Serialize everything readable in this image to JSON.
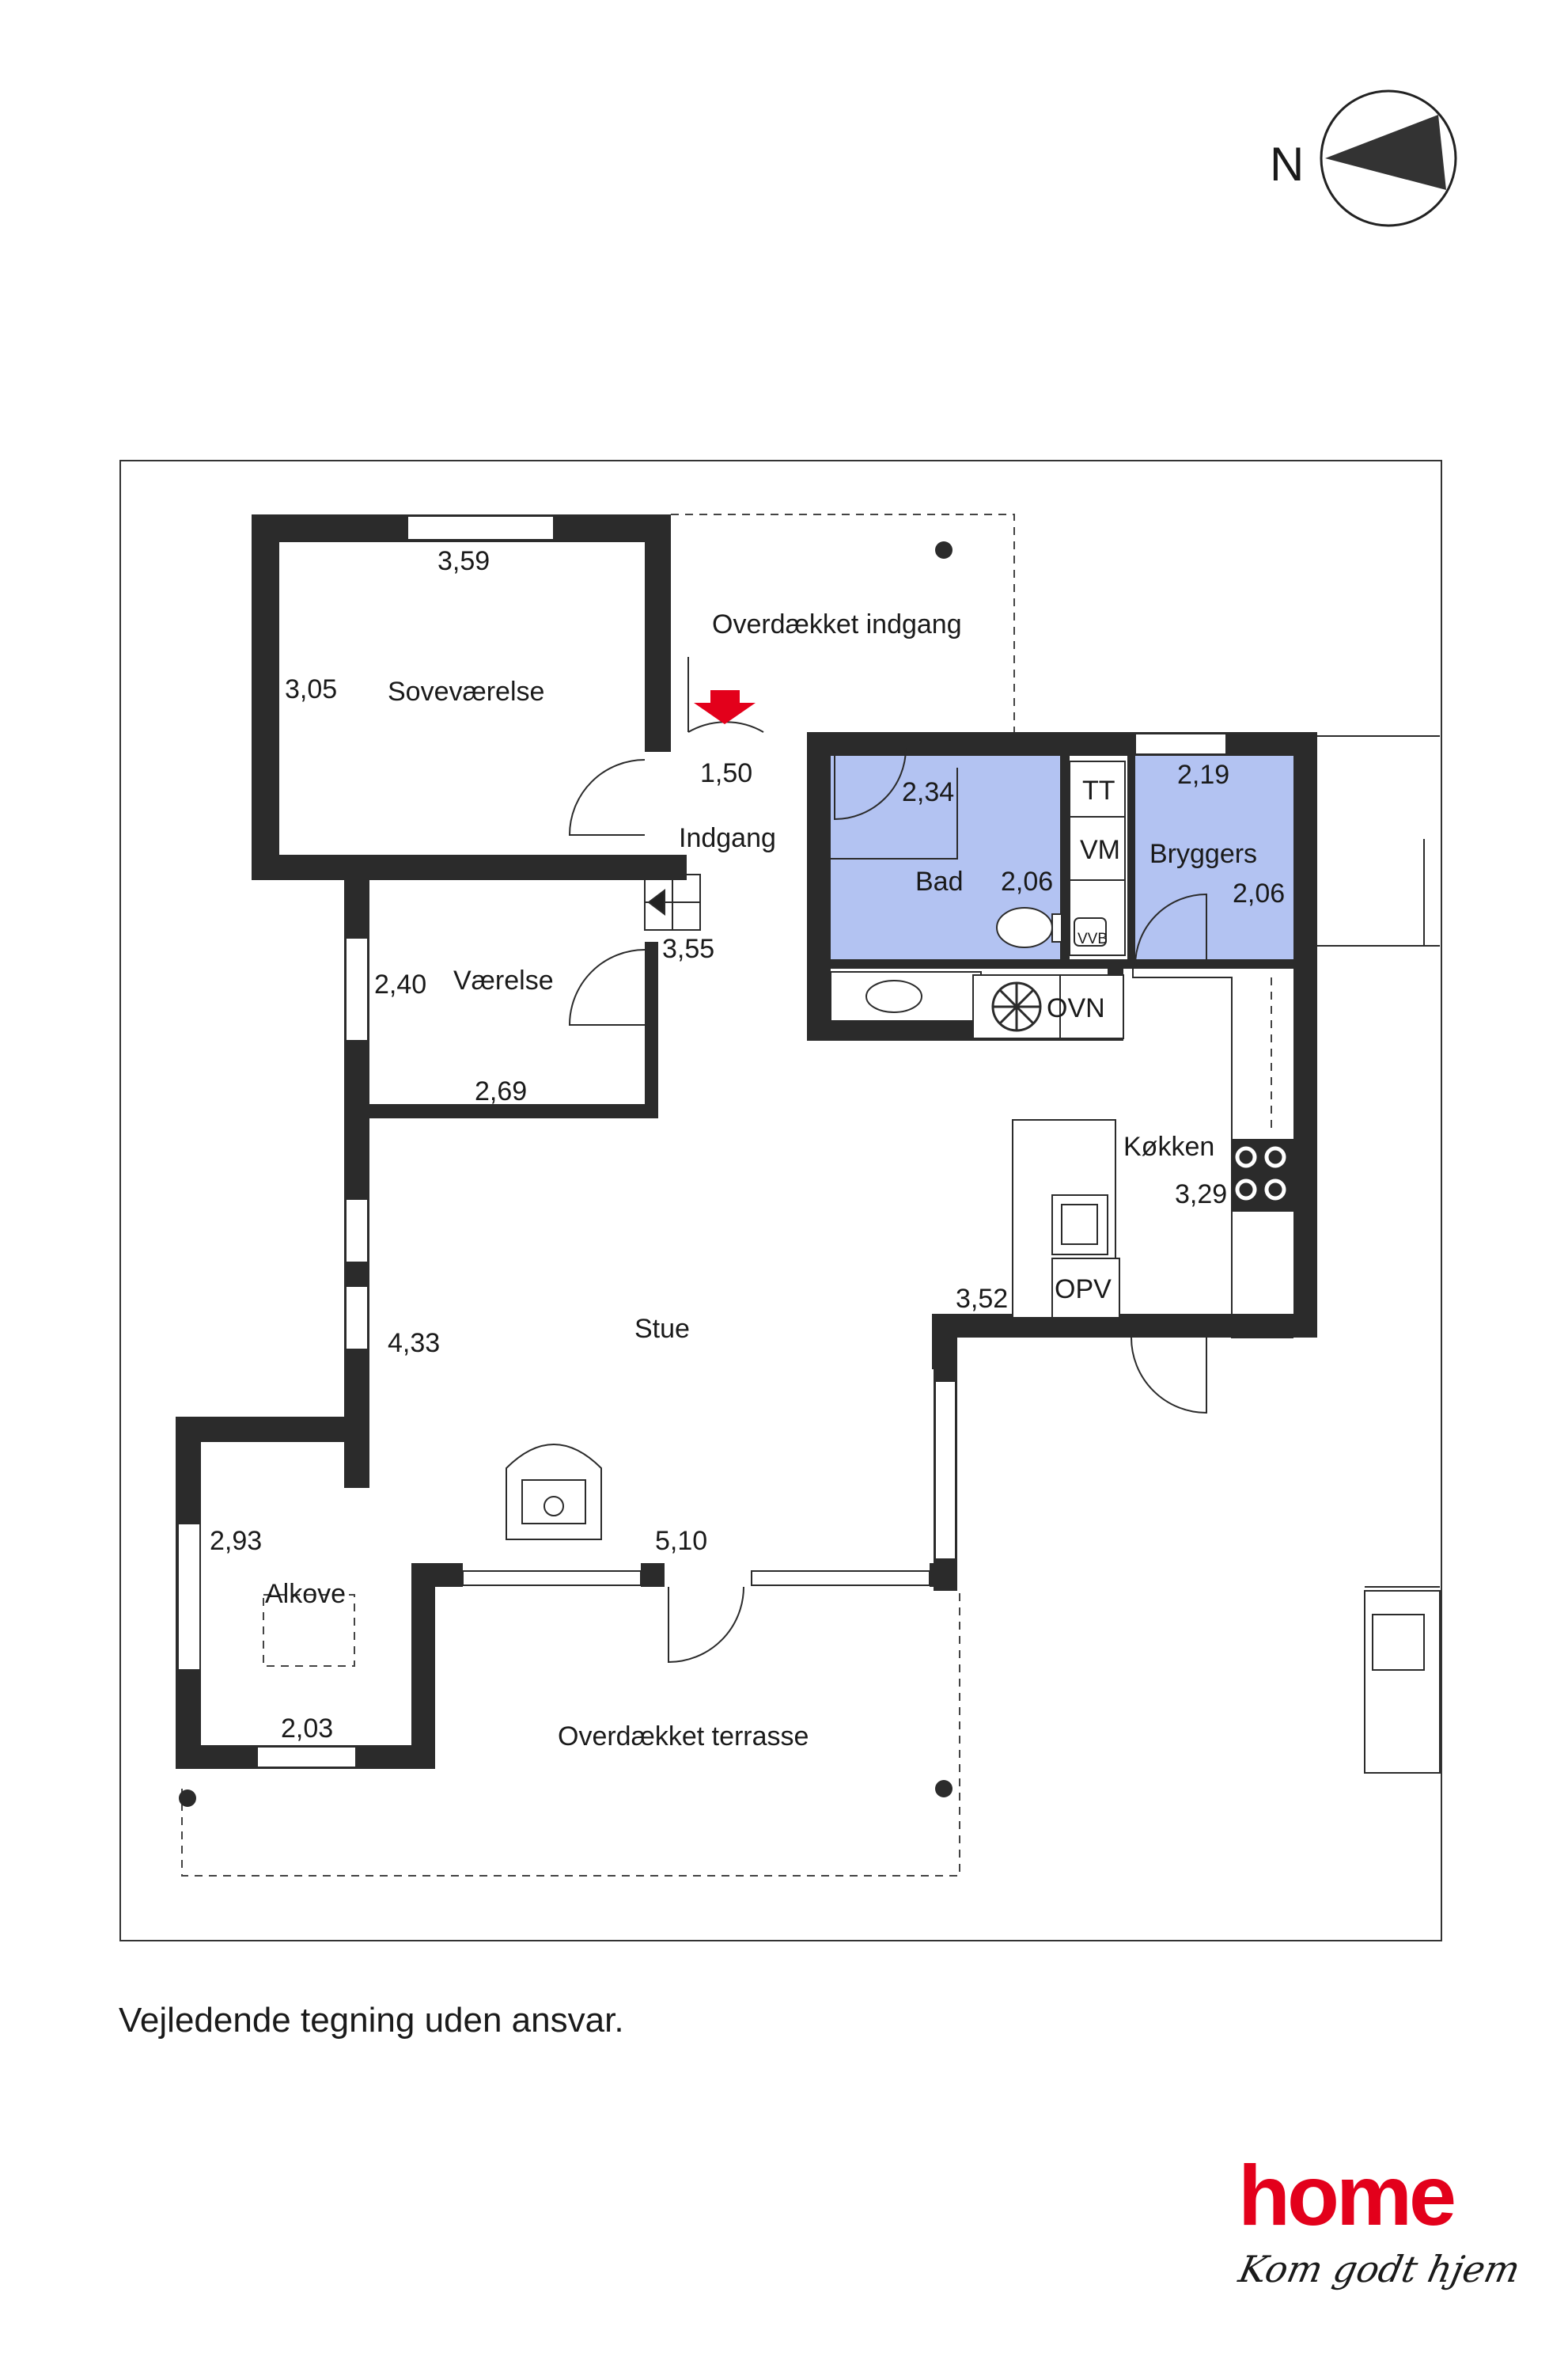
{
  "compass": {
    "label": "N"
  },
  "rooms": {
    "sovevaerelse": "Soveværelse",
    "overdaekket_indgang": "Overdækket indgang",
    "indgang": "Indgang",
    "bad": "Bad",
    "bryggers": "Bryggers",
    "vaerelse": "Værelse",
    "koekken": "Køkken",
    "stue": "Stue",
    "alkove": "Alkove",
    "overdaekket_terrasse": "Overdækket terrasse"
  },
  "dimensions": {
    "sove_w": "3,59",
    "sove_h": "3,05",
    "indgang_w": "1,50",
    "indgang_h": "3,55",
    "bad_w": "2,34",
    "bad_h": "2,06",
    "bryggers_w": "2,19",
    "bryggers_h": "2,06",
    "vaer_h": "2,40",
    "vaer_w": "2,69",
    "koek_h": "3,29",
    "koek_w": "3,52",
    "stue_h": "4,33",
    "stue_w": "5,10",
    "alkove_h": "2,93",
    "alkove_w": "2,03"
  },
  "appliances": {
    "tt": "TT",
    "vm": "VM",
    "vvb": "VVB",
    "ovn": "OVN",
    "opv": "OPV"
  },
  "footer": {
    "disclaimer": "Vejledende tegning uden ansvar."
  },
  "logo": {
    "brand": "home",
    "tagline": "Kom godt hjem"
  },
  "colors": {
    "wall": "#2b2b2b",
    "wet_room": "#b3c3f2",
    "entry_arrow": "#e3001b",
    "brand": "#e3001b"
  }
}
